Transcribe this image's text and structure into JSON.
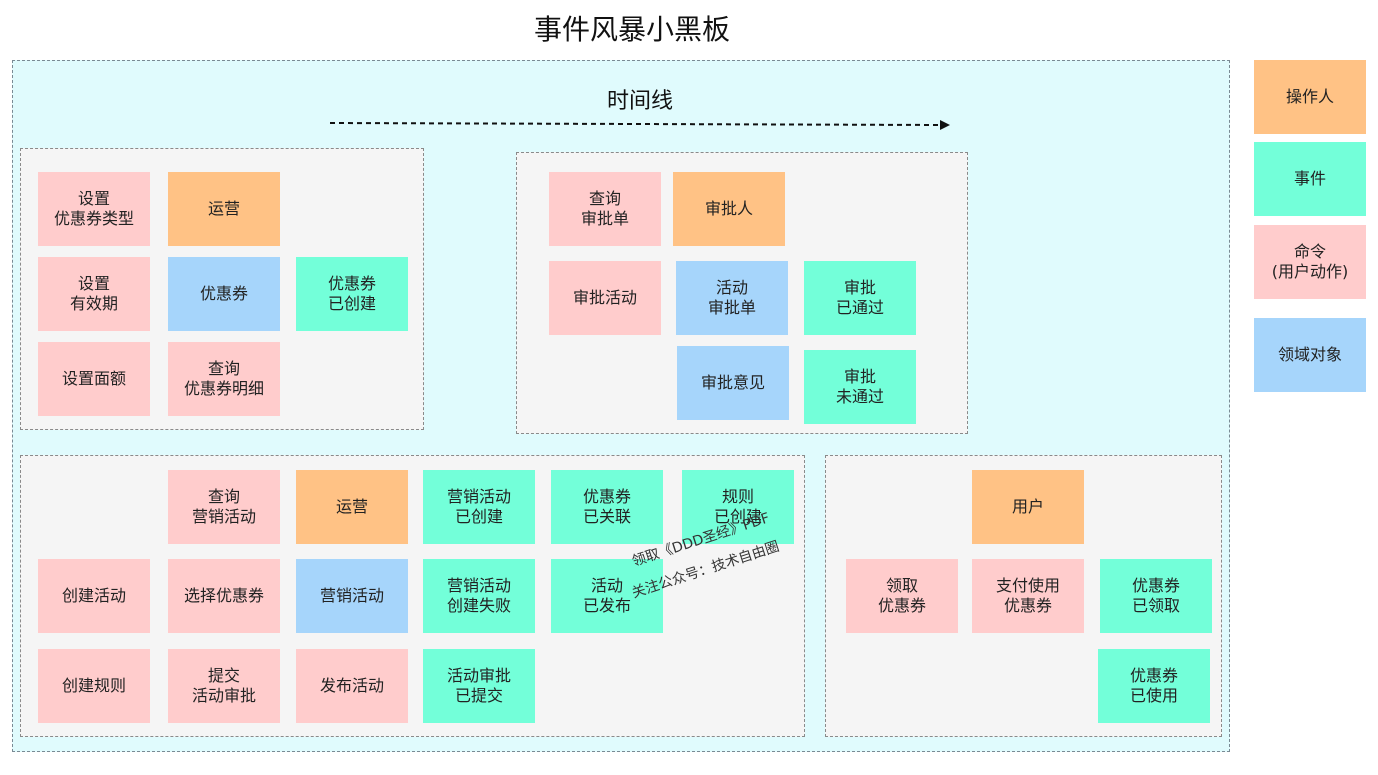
{
  "title": "事件风暴小黑板",
  "timeline_label": "时间线",
  "legend": {
    "actor": "操作人",
    "event": "事件",
    "command": "命令\n(用户动作)",
    "domain": "领域对象"
  },
  "groups": {
    "coupon_setup": {
      "set_type": "设置\n优惠券类型",
      "actor": "运营",
      "set_validity": "设置\n有效期",
      "domain": "优惠券",
      "event_created": "优惠券\n已创建",
      "set_amount": "设置面额",
      "query_detail": "查询\n优惠券明细"
    },
    "approval": {
      "query": "查询\n审批单",
      "actor": "审批人",
      "approve": "审批活动",
      "domain_form": "活动\n审批单",
      "event_passed": "审批\n已通过",
      "domain_opinion": "审批意见",
      "event_rejected": "审批\n未通过"
    },
    "campaign": {
      "query": "查询\n营销活动",
      "actor": "运营",
      "event_created": "营销活动\n已创建",
      "event_linked": "优惠券\n已关联",
      "event_rule": "规则\n已创建",
      "create": "创建活动",
      "select_coupon": "选择优惠券",
      "domain": "营销活动",
      "event_failed": "营销活动\n创建失败",
      "event_published": "活动\n已发布",
      "create_rule": "创建规则",
      "submit": "提交\n活动审批",
      "publish": "发布活动",
      "event_submitted": "活动审批\n已提交"
    },
    "user": {
      "actor": "用户",
      "receive": "领取\n优惠券",
      "pay_use": "支付使用\n优惠券",
      "event_received": "优惠券\n已领取",
      "event_used": "优惠券\n已使用"
    }
  },
  "watermark": {
    "line1": "领取《DDD圣经》PDF",
    "line2": "关注公众号：技术自由圈"
  },
  "colors": {
    "board": "#e0fbfd",
    "command": "#ffcccc",
    "actor": "#ffc285",
    "event": "#73ffd9",
    "domain": "#a6d5fb"
  }
}
